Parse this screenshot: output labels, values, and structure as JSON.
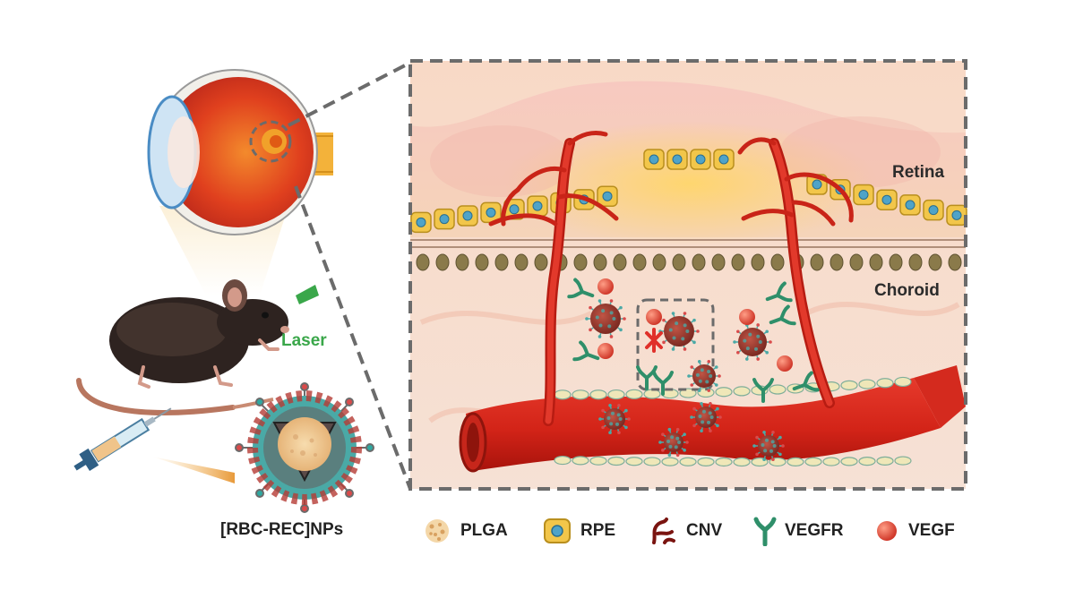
{
  "labels": {
    "retina": "Retina",
    "choroid": "Choroid",
    "laser": "Laser",
    "nanoparticle": "[RBC-REC]NPs"
  },
  "legend": [
    {
      "label": "PLGA",
      "icon": "plga-icon"
    },
    {
      "label": "RPE",
      "icon": "rpe-cell-icon"
    },
    {
      "label": "CNV",
      "icon": "cnv-vessel-icon"
    },
    {
      "label": "VEGFR",
      "icon": "vegfr-receptor-icon"
    },
    {
      "label": "VEGF",
      "icon": "vegf-sphere-icon"
    }
  ],
  "colors": {
    "vessel": "#d62a1e",
    "vessel_dark": "#a3140d",
    "rpe": "#f2c64a",
    "rpe_nucleus": "#4fa3c8",
    "vegfr": "#2f8f6a",
    "vegf": "#e0503a",
    "laser": "#3aa74a",
    "dashed_frame": "#6b6b6b"
  }
}
